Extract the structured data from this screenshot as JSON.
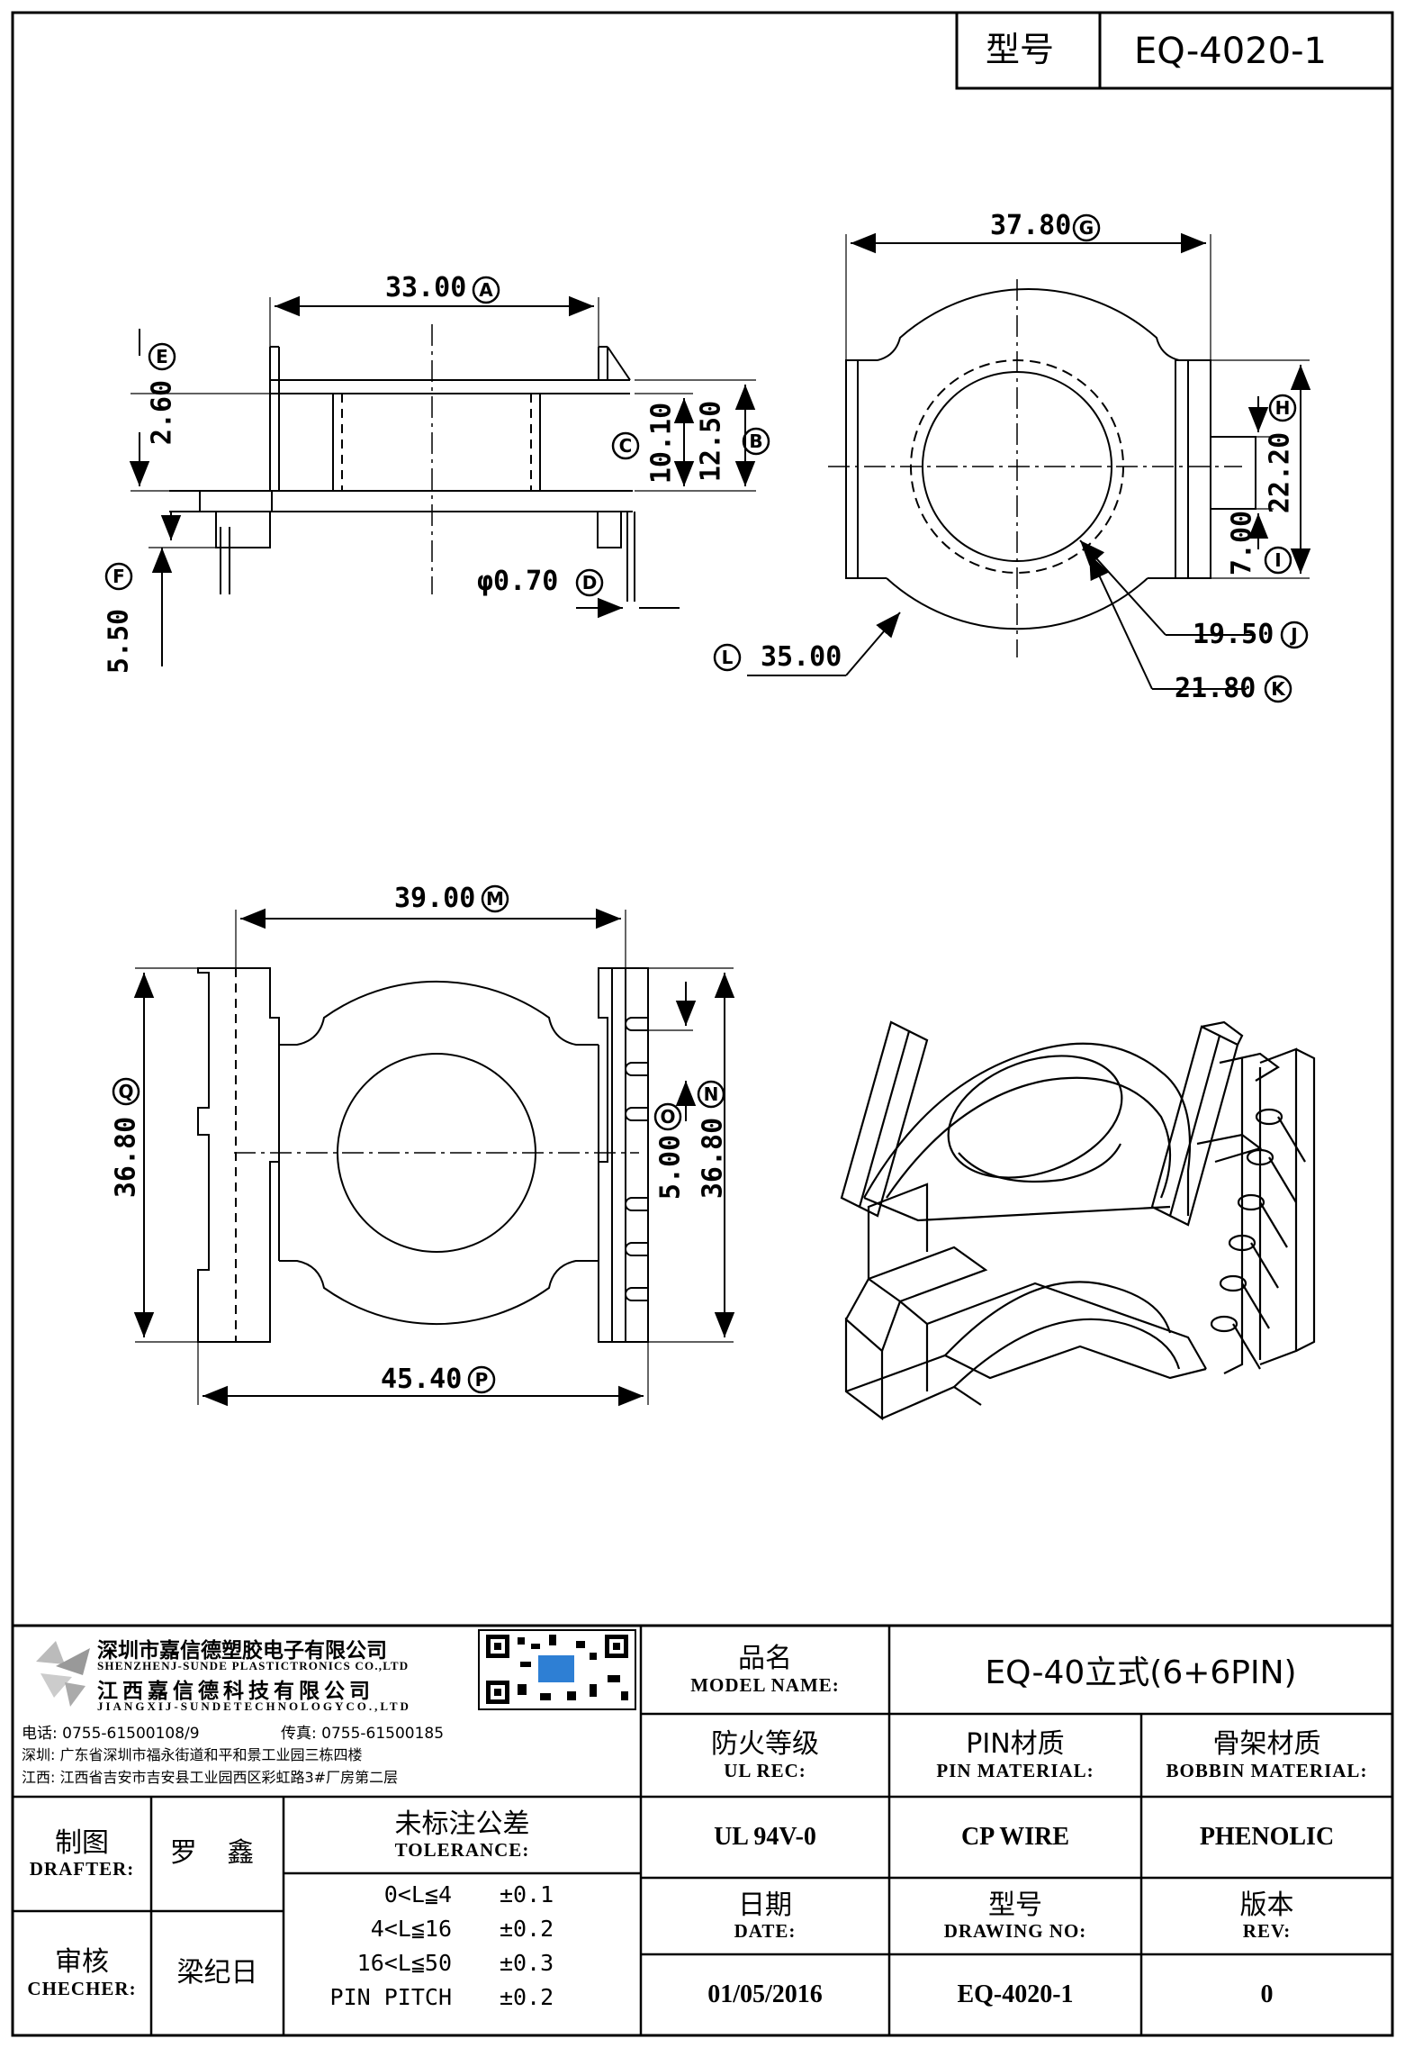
{
  "header": {
    "model_label": "型号",
    "model_value": "EQ-4020-1"
  },
  "dimensions": {
    "A": "33.00",
    "B": "12.50",
    "C": "10.10",
    "D": "φ0.70",
    "E": "2.60",
    "F": "5.50",
    "G": "37.80",
    "H": "22.20",
    "I": "7.00",
    "J": "19.50",
    "K": "21.80",
    "L": "35.00",
    "M": "39.00",
    "N": "36.80",
    "O": "5.00",
    "P": "45.40",
    "Q": "36.80"
  },
  "letters": {
    "A": "A",
    "B": "B",
    "C": "C",
    "D": "D",
    "E": "E",
    "F": "F",
    "G": "G",
    "H": "H",
    "I": "I",
    "J": "J",
    "K": "K",
    "L": "L",
    "M": "M",
    "N": "N",
    "O": "O",
    "P": "P",
    "Q": "Q"
  },
  "company": {
    "name_cn_1": "深圳市嘉信德塑胶电子有限公司",
    "name_en_1": "SHENZHENJ-SUNDE PLASTICTRONICS CO.,LTD",
    "name_cn_2": "江西嘉信德科技有限公司",
    "name_en_2": "JIANGXIJ-SUNDETECHNOLOGYCO.,LTD",
    "phone": "电话: 0755-61500108/9",
    "fax": "传真: 0755-61500185",
    "addr_sz": "深圳: 广东省深圳市福永街道和平和景工业园三栋四楼",
    "addr_jx": "江西: 江西省吉安市吉安县工业园西区彩虹路3#厂房第二层"
  },
  "title_block": {
    "model_name_cn": "品名",
    "model_name_en": "MODEL NAME:",
    "model_name_value": "EQ-40立式(6+6PIN)",
    "ul_cn": "防火等级",
    "ul_en": "UL REC:",
    "ul_value": "UL 94V-0",
    "pin_cn": "PIN材质",
    "pin_en": "PIN MATERIAL:",
    "pin_value": "CP WIRE",
    "bobbin_cn": "骨架材质",
    "bobbin_en": "BOBBIN MATERIAL:",
    "bobbin_value": "PHENOLIC",
    "drafter_cn": "制图",
    "drafter_en": "DRAFTER:",
    "drafter_name": "罗 鑫",
    "checker_cn": "审核",
    "checker_en": "CHECHER:",
    "checker_name": "梁纪日",
    "tolerance_cn": "未标注公差",
    "tolerance_en": "TOLERANCE:",
    "tolerances": [
      {
        "range": "0<L≦4",
        "value": "±0.1"
      },
      {
        "range": "4<L≦16",
        "value": "±0.2"
      },
      {
        "range": "16<L≦50",
        "value": "±0.3"
      },
      {
        "range": "PIN PITCH",
        "value": "±0.2"
      }
    ],
    "date_cn": "日期",
    "date_en": "DATE:",
    "date_value": "01/05/2016",
    "drawing_cn": "型号",
    "drawing_en": "DRAWING NO:",
    "drawing_value": "EQ-4020-1",
    "rev_cn": "版本",
    "rev_en": "REV:",
    "rev_value": "0"
  }
}
